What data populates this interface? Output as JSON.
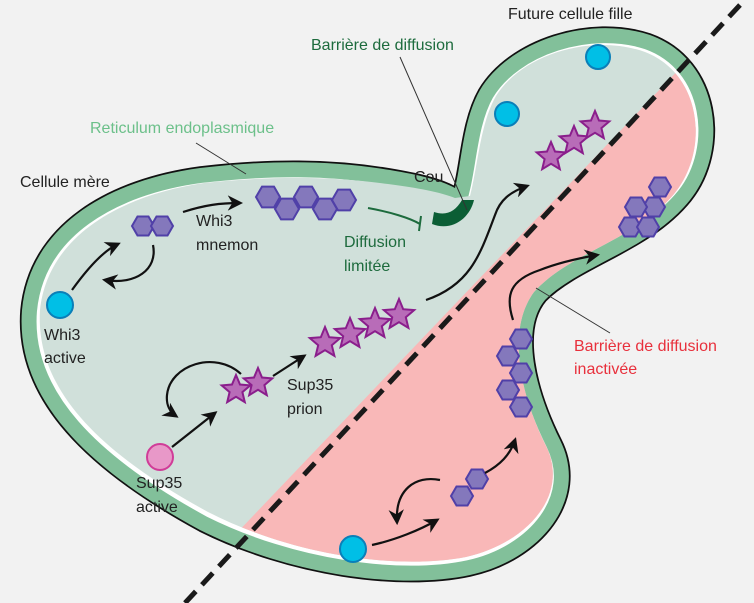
{
  "labels": {
    "future_daughter": "Future cellule fille",
    "diffusion_barrier": "Barrière de diffusion",
    "reticulum": "Reticulum endoplasmique",
    "mother_cell": "Cellule mère",
    "neck": "Cou",
    "whi3_mnemon_1": "Whi3",
    "whi3_mnemon_2": "mnemon",
    "diffusion_limited_1": "Diffusion",
    "diffusion_limited_2": "limitée",
    "whi3_active_1": "Whi3",
    "whi3_active_2": "active",
    "sup35_prion_1": "Sup35",
    "sup35_prion_2": "prion",
    "sup35_active_1": "Sup35",
    "sup35_active_2": "active",
    "barrier_inactivated_1": "Barrière de diffusion",
    "barrier_inactivated_2": "inactivée"
  },
  "colors": {
    "background": "#f2f2f2",
    "cytoplasm": "#d0e0da",
    "inactive_region": "#f9b8b8",
    "er_membrane": "#82c09a",
    "barrier": "#0b5e35",
    "hexagon_fill": "#8478bc",
    "hexagon_stroke": "#5040a8",
    "star_fill": "#b86cb8",
    "star_stroke": "#8a1e8c",
    "whi3_fill": "#00bfe6",
    "whi3_stroke": "#0a7fb8",
    "sup35_fill": "#e898c8",
    "sup35_stroke": "#d03c98"
  }
}
